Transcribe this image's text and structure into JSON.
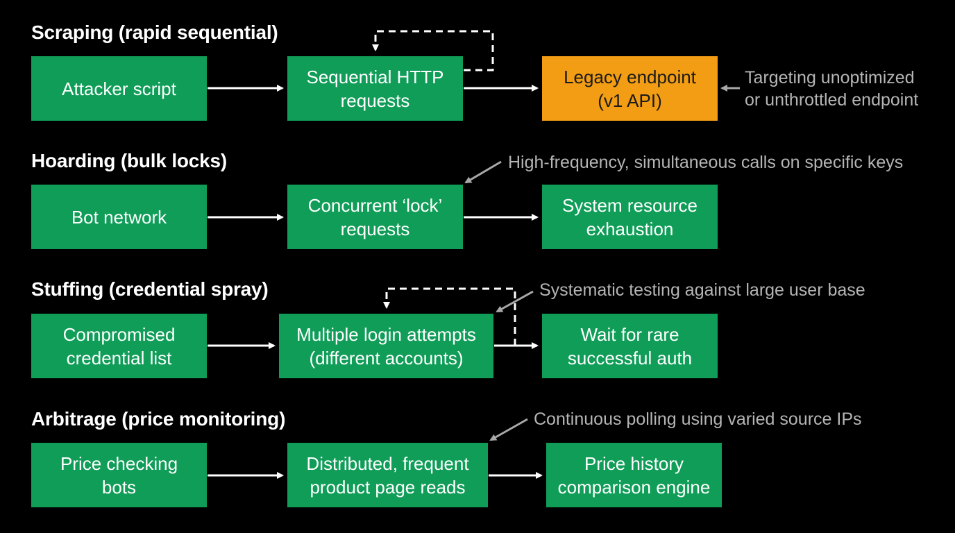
{
  "colors": {
    "background": "#000000",
    "box_green": "#0f9d58",
    "box_orange": "#f29d13",
    "arrow": "#ffffff",
    "annotation": "#b5b5b5"
  },
  "sections": [
    {
      "title": "Scraping (rapid sequential)",
      "boxes": [
        {
          "lines": [
            "Attacker script"
          ],
          "color": "green"
        },
        {
          "lines": [
            "Sequential HTTP",
            "requests"
          ],
          "color": "green"
        },
        {
          "lines": [
            "Legacy endpoint",
            "(v1 API)"
          ],
          "color": "orange"
        }
      ],
      "note": [
        "Targeting unoptimized",
        "or unthrottled endpoint"
      ]
    },
    {
      "title": "Hoarding (bulk locks)",
      "boxes": [
        {
          "lines": [
            "Bot network"
          ],
          "color": "green"
        },
        {
          "lines": [
            "Concurrent ‘lock’",
            "requests"
          ],
          "color": "green"
        },
        {
          "lines": [
            "System resource",
            "exhaustion"
          ],
          "color": "green"
        }
      ],
      "note": [
        "High-frequency, simultaneous calls on specific keys"
      ]
    },
    {
      "title": "Stuffing (credential spray)",
      "boxes": [
        {
          "lines": [
            "Compromised",
            "credential list"
          ],
          "color": "green"
        },
        {
          "lines": [
            "Multiple login attempts",
            "(different accounts)"
          ],
          "color": "green"
        },
        {
          "lines": [
            "Wait for rare",
            "successful auth"
          ],
          "color": "green"
        }
      ],
      "note": [
        "Systematic testing against large user base"
      ]
    },
    {
      "title": "Arbitrage (price monitoring)",
      "boxes": [
        {
          "lines": [
            "Price checking",
            "bots"
          ],
          "color": "green"
        },
        {
          "lines": [
            "Distributed, frequent",
            "product page reads"
          ],
          "color": "green"
        },
        {
          "lines": [
            "Price history",
            "comparison engine"
          ],
          "color": "green"
        }
      ],
      "note": [
        "Continuous polling using varied source IPs"
      ]
    }
  ]
}
